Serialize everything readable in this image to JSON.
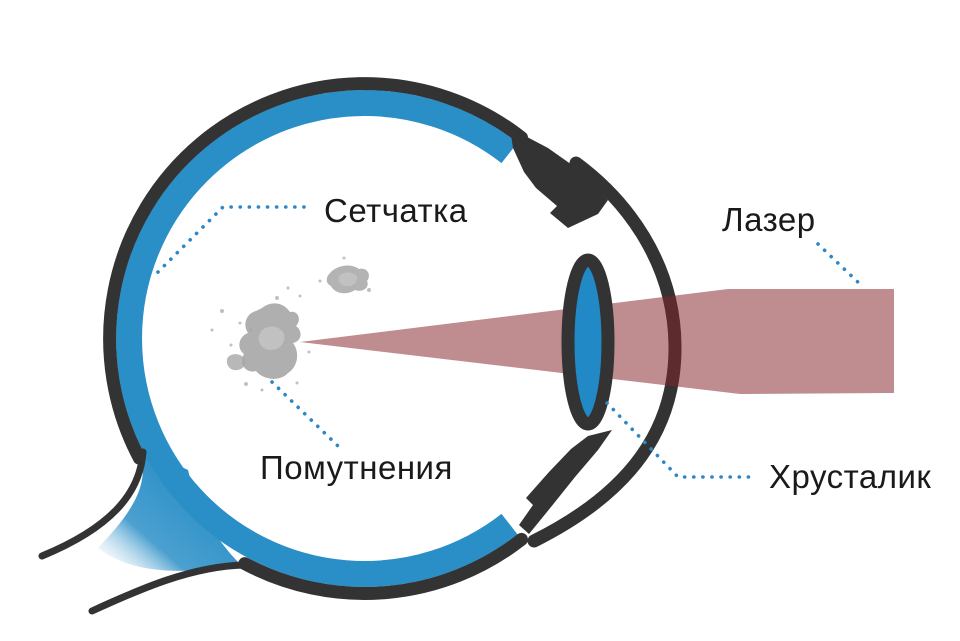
{
  "diagram": {
    "subject": "eye-cross-section-laser-vitreolysis",
    "labels": {
      "retina": "Сетчатка",
      "laser": "Лазер",
      "floaters": "Помутнения",
      "lens": "Хрусталик"
    },
    "colors": {
      "background": "#ffffff",
      "outline": "#333333",
      "retina_blue": "#2b8fc7",
      "lens_blue": "#2089c6",
      "laser_beam": "rgba(132,35,43,0.52)",
      "leader_dots": "#2e86c5",
      "floater_gray": "#a6a6a6",
      "floater_gray_light": "#c7c7c7",
      "text": "#1a1a1a"
    }
  }
}
